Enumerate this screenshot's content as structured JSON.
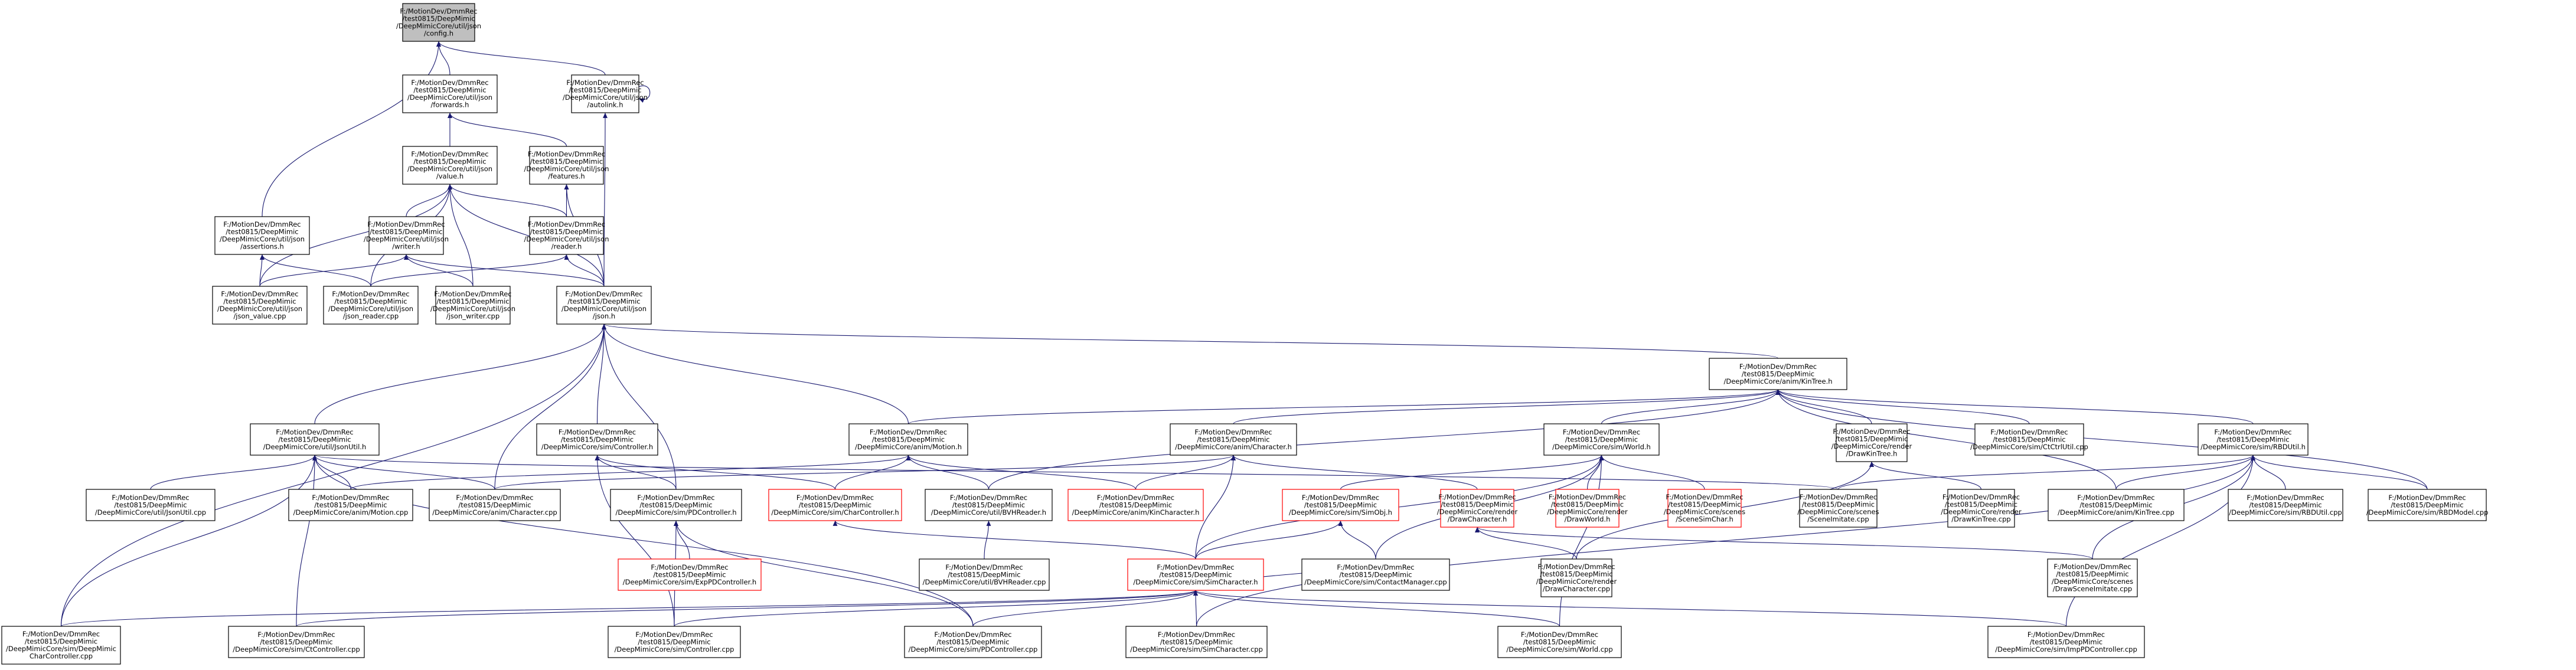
{
  "graph": {
    "colors": {
      "edge": "#191970",
      "node_border": "#000000",
      "node_border_red": "#ff0000",
      "focus_fill": "#bfbfbf"
    },
    "nodes": [
      {
        "id": "config",
        "lines": [
          "F:/MotionDev/DmmRec",
          "/test0815/DeepMimic",
          "/DeepMimicCore/util/json",
          "/config.h"
        ],
        "style": "gray"
      },
      {
        "id": "forwards",
        "lines": [
          "F:/MotionDev/DmmRec",
          "/test0815/DeepMimic",
          "/DeepMimicCore/util/json",
          "/forwards.h"
        ],
        "style": "normal"
      },
      {
        "id": "autolink",
        "lines": [
          "F:/MotionDev/DmmRec",
          "/test0815/DeepMimic",
          "/DeepMimicCore/util/json",
          "/autolink.h"
        ],
        "style": "normal"
      },
      {
        "id": "value",
        "lines": [
          "F:/MotionDev/DmmRec",
          "/test0815/DeepMimic",
          "/DeepMimicCore/util/json",
          "/value.h"
        ],
        "style": "normal"
      },
      {
        "id": "features",
        "lines": [
          "F:/MotionDev/DmmRec",
          "/test0815/DeepMimic",
          "/DeepMimicCore/util/json",
          "/features.h"
        ],
        "style": "normal"
      },
      {
        "id": "assertions",
        "lines": [
          "F:/MotionDev/DmmRec",
          "/test0815/DeepMimic",
          "/DeepMimicCore/util/json",
          "/assertions.h"
        ],
        "style": "normal"
      },
      {
        "id": "writer",
        "lines": [
          "F:/MotionDev/DmmRec",
          "/test0815/DeepMimic",
          "/DeepMimicCore/util/json",
          "/writer.h"
        ],
        "style": "normal"
      },
      {
        "id": "reader",
        "lines": [
          "F:/MotionDev/DmmRec",
          "/test0815/DeepMimic",
          "/DeepMimicCore/util/json",
          "/reader.h"
        ],
        "style": "normal"
      },
      {
        "id": "json_value",
        "lines": [
          "F:/MotionDev/DmmRec",
          "/test0815/DeepMimic",
          "/DeepMimicCore/util/json",
          "/json_value.cpp"
        ],
        "style": "normal"
      },
      {
        "id": "json_reader",
        "lines": [
          "F:/MotionDev/DmmRec",
          "/test0815/DeepMimic",
          "/DeepMimicCore/util/json",
          "/json_reader.cpp"
        ],
        "style": "normal"
      },
      {
        "id": "json_writer",
        "lines": [
          "F:/MotionDev/DmmRec",
          "/test0815/DeepMimic",
          "/DeepMimicCore/util/json",
          "/json_writer.cpp"
        ],
        "style": "normal"
      },
      {
        "id": "json",
        "lines": [
          "F:/MotionDev/DmmRec",
          "/test0815/DeepMimic",
          "/DeepMimicCore/util/json",
          "/json.h"
        ],
        "style": "normal"
      },
      {
        "id": "kintree",
        "lines": [
          "F:/MotionDev/DmmRec",
          "/test0815/DeepMimic",
          "/DeepMimicCore/anim/KinTree.h"
        ],
        "style": "normal"
      },
      {
        "id": "jsonutil",
        "lines": [
          "F:/MotionDev/DmmRec",
          "/test0815/DeepMimic",
          "/DeepMimicCore/util/JsonUtil.h"
        ],
        "style": "normal"
      },
      {
        "id": "controller",
        "lines": [
          "F:/MotionDev/DmmRec",
          "/test0815/DeepMimic",
          "/DeepMimicCore/sim/Controller.h"
        ],
        "style": "normal"
      },
      {
        "id": "motion",
        "lines": [
          "F:/MotionDev/DmmRec",
          "/test0815/DeepMimic",
          "/DeepMimicCore/anim/Motion.h"
        ],
        "style": "normal"
      },
      {
        "id": "character",
        "lines": [
          "F:/MotionDev/DmmRec",
          "/test0815/DeepMimic",
          "/DeepMimicCore/anim/Character.h"
        ],
        "style": "normal"
      },
      {
        "id": "world",
        "lines": [
          "F:/MotionDev/DmmRec",
          "/test0815/DeepMimic",
          "/DeepMimicCore/sim/World.h"
        ],
        "style": "normal"
      },
      {
        "id": "drawkintree_h",
        "lines": [
          "F:/MotionDev/DmmRec",
          "/test0815/DeepMimic",
          "/DeepMimicCore/render",
          "/DrawKinTree.h"
        ],
        "style": "normal"
      },
      {
        "id": "ctctrlutil",
        "lines": [
          "F:/MotionDev/DmmRec",
          "/test0815/DeepMimic",
          "/DeepMimicCore/sim/CtCtrlUtil.cpp"
        ],
        "style": "normal"
      },
      {
        "id": "rbdutil_h",
        "lines": [
          "F:/MotionDev/DmmRec",
          "/test0815/DeepMimic",
          "/DeepMimicCore/sim/RBDUtil.h"
        ],
        "style": "normal"
      },
      {
        "id": "jsonutil_cpp",
        "lines": [
          "F:/MotionDev/DmmRec",
          "/test0815/DeepMimic",
          "/DeepMimicCore/util/JsonUtil.cpp"
        ],
        "style": "normal"
      },
      {
        "id": "motion_cpp",
        "lines": [
          "F:/MotionDev/DmmRec",
          "/test0815/DeepMimic",
          "/DeepMimicCore/anim/Motion.cpp"
        ],
        "style": "normal"
      },
      {
        "id": "character_cpp",
        "lines": [
          "F:/MotionDev/DmmRec",
          "/test0815/DeepMimic",
          "/DeepMimicCore/anim/Character.cpp"
        ],
        "style": "normal"
      },
      {
        "id": "pdcontroller_h",
        "lines": [
          "F:/MotionDev/DmmRec",
          "/test0815/DeepMimic",
          "/DeepMimicCore/sim/PDController.h"
        ],
        "style": "normal"
      },
      {
        "id": "charcontroller_h",
        "lines": [
          "F:/MotionDev/DmmRec",
          "/test0815/DeepMimic",
          "/DeepMimicCore/sim/CharController.h"
        ],
        "style": "red"
      },
      {
        "id": "bvhreader_h",
        "lines": [
          "F:/MotionDev/DmmRec",
          "/test0815/DeepMimic",
          "/DeepMimicCore/util/BVHReader.h"
        ],
        "style": "normal"
      },
      {
        "id": "kincharacter_h",
        "lines": [
          "F:/MotionDev/DmmRec",
          "/test0815/DeepMimic",
          "/DeepMimicCore/anim/KinCharacter.h"
        ],
        "style": "red"
      },
      {
        "id": "simobj_h",
        "lines": [
          "F:/MotionDev/DmmRec",
          "/test0815/DeepMimic",
          "/DeepMimicCore/sim/SimObj.h"
        ],
        "style": "red"
      },
      {
        "id": "drawcharacter_h",
        "lines": [
          "F:/MotionDev/DmmRec",
          "/test0815/DeepMimic",
          "/DeepMimicCore/render",
          "/DrawCharacter.h"
        ],
        "style": "red"
      },
      {
        "id": "drawworld_h",
        "lines": [
          "F:/MotionDev/DmmRec",
          "/test0815/DeepMimic",
          "/DeepMimicCore/render",
          "/DrawWorld.h"
        ],
        "style": "red"
      },
      {
        "id": "scenesimchar_h",
        "lines": [
          "F:/MotionDev/DmmRec",
          "/test0815/DeepMimic",
          "/DeepMimicCore/scenes",
          "/SceneSimChar.h"
        ],
        "style": "red"
      },
      {
        "id": "sceneimitate_cpp",
        "lines": [
          "F:/MotionDev/DmmRec",
          "/test0815/DeepMimic",
          "/DeepMimicCore/scenes",
          "/SceneImitate.cpp"
        ],
        "style": "normal"
      },
      {
        "id": "drawkintree_cpp",
        "lines": [
          "F:/MotionDev/DmmRec",
          "/test0815/DeepMimic",
          "/DeepMimicCore/render",
          "/DrawKinTree.cpp"
        ],
        "style": "normal"
      },
      {
        "id": "kintree_cpp",
        "lines": [
          "F:/MotionDev/DmmRec",
          "/test0815/DeepMimic",
          "/DeepMimicCore/anim/KinTree.cpp"
        ],
        "style": "normal"
      },
      {
        "id": "rbdutil_cpp",
        "lines": [
          "F:/MotionDev/DmmRec",
          "/test0815/DeepMimic",
          "/DeepMimicCore/sim/RBDUtil.cpp"
        ],
        "style": "normal"
      },
      {
        "id": "rbdmodel_cpp",
        "lines": [
          "F:/MotionDev/DmmRec",
          "/test0815/DeepMimic",
          "/DeepMimicCore/sim/RBDModel.cpp"
        ],
        "style": "normal"
      },
      {
        "id": "exppdcontroller_h",
        "lines": [
          "F:/MotionDev/DmmRec",
          "/test0815/DeepMimic",
          "/DeepMimicCore/sim/ExpPDController.h"
        ],
        "style": "red"
      },
      {
        "id": "bvhreader_cpp",
        "lines": [
          "F:/MotionDev/DmmRec",
          "/test0815/DeepMimic",
          "/DeepMimicCore/util/BVHReader.cpp"
        ],
        "style": "normal"
      },
      {
        "id": "simcharacter_h",
        "lines": [
          "F:/MotionDev/DmmRec",
          "/test0815/DeepMimic",
          "/DeepMimicCore/sim/SimCharacter.h"
        ],
        "style": "red"
      },
      {
        "id": "contactmanager_cpp",
        "lines": [
          "F:/MotionDev/DmmRec",
          "/test0815/DeepMimic",
          "/DeepMimicCore/sim/ContactManager.cpp"
        ],
        "style": "normal"
      },
      {
        "id": "drawcharacter_cpp",
        "lines": [
          "F:/MotionDev/DmmRec",
          "/test0815/DeepMimic",
          "/DeepMimicCore/render",
          "/DrawCharacter.cpp"
        ],
        "style": "normal"
      },
      {
        "id": "drawsceneimitate_cpp",
        "lines": [
          "F:/MotionDev/DmmRec",
          "/test0815/DeepMimic",
          "/DeepMimicCore/scenes",
          "/DrawSceneImitate.cpp"
        ],
        "style": "normal"
      },
      {
        "id": "deepmimiccharcontroller_cpp",
        "lines": [
          "F:/MotionDev/DmmRec",
          "/test0815/DeepMimic",
          "/DeepMimicCore/sim/DeepMimic",
          "CharController.cpp"
        ],
        "style": "normal"
      },
      {
        "id": "ctcontroller_cpp",
        "lines": [
          "F:/MotionDev/DmmRec",
          "/test0815/DeepMimic",
          "/DeepMimicCore/sim/CtController.cpp"
        ],
        "style": "normal"
      },
      {
        "id": "controller_cpp",
        "lines": [
          "F:/MotionDev/DmmRec",
          "/test0815/DeepMimic",
          "/DeepMimicCore/sim/Controller.cpp"
        ],
        "style": "normal"
      },
      {
        "id": "pdcontroller_cpp",
        "lines": [
          "F:/MotionDev/DmmRec",
          "/test0815/DeepMimic",
          "/DeepMimicCore/sim/PDController.cpp"
        ],
        "style": "normal"
      },
      {
        "id": "simcharacter_cpp",
        "lines": [
          "F:/MotionDev/DmmRec",
          "/test0815/DeepMimic",
          "/DeepMimicCore/sim/SimCharacter.cpp"
        ],
        "style": "normal"
      },
      {
        "id": "world_cpp",
        "lines": [
          "F:/MotionDev/DmmRec",
          "/test0815/DeepMimic",
          "/DeepMimicCore/sim/World.cpp"
        ],
        "style": "normal"
      },
      {
        "id": "imppdcontroller_cpp",
        "lines": [
          "F:/MotionDev/DmmRec",
          "/test0815/DeepMimic",
          "/DeepMimicCore/sim/ImpPDController.cpp"
        ],
        "style": "normal"
      }
    ],
    "edges": [
      [
        "forwards",
        "config"
      ],
      [
        "autolink",
        "config"
      ],
      [
        "assertions",
        "config"
      ],
      [
        "autolink",
        "autolink"
      ],
      [
        "value",
        "forwards"
      ],
      [
        "features",
        "forwards"
      ],
      [
        "json",
        "autolink"
      ],
      [
        "writer",
        "value"
      ],
      [
        "reader",
        "value"
      ],
      [
        "json_value",
        "value"
      ],
      [
        "json_reader",
        "value"
      ],
      [
        "json_writer",
        "value"
      ],
      [
        "json",
        "value"
      ],
      [
        "reader",
        "features"
      ],
      [
        "json",
        "features"
      ],
      [
        "json_value",
        "assertions"
      ],
      [
        "json_reader",
        "assertions"
      ],
      [
        "json_writer",
        "writer"
      ],
      [
        "json",
        "writer"
      ],
      [
        "json_value",
        "writer"
      ],
      [
        "json",
        "reader"
      ],
      [
        "json_reader",
        "reader"
      ],
      [
        "kintree",
        "json"
      ],
      [
        "jsonutil",
        "json"
      ],
      [
        "controller",
        "json"
      ],
      [
        "motion",
        "json"
      ],
      [
        "character_cpp",
        "json"
      ],
      [
        "pdcontroller_h",
        "json"
      ],
      [
        "deepmimiccharcontroller_cpp",
        "json"
      ],
      [
        "motion",
        "kintree"
      ],
      [
        "character",
        "kintree"
      ],
      [
        "world",
        "kintree"
      ],
      [
        "drawkintree_h",
        "kintree"
      ],
      [
        "ctctrlutil",
        "kintree"
      ],
      [
        "rbdutil_h",
        "kintree"
      ],
      [
        "bvhreader_h",
        "kintree"
      ],
      [
        "kintree_cpp",
        "kintree"
      ],
      [
        "rbdmodel_cpp",
        "kintree"
      ],
      [
        "jsonutil_cpp",
        "jsonutil"
      ],
      [
        "motion_cpp",
        "jsonutil"
      ],
      [
        "character_cpp",
        "jsonutil"
      ],
      [
        "deepmimiccharcontroller_cpp",
        "jsonutil"
      ],
      [
        "ctcontroller_cpp",
        "jsonutil"
      ],
      [
        "pdcontroller_cpp",
        "jsonutil"
      ],
      [
        "sceneimitate_cpp",
        "jsonutil"
      ],
      [
        "pdcontroller_h",
        "controller"
      ],
      [
        "charcontroller_h",
        "controller"
      ],
      [
        "controller_cpp",
        "controller"
      ],
      [
        "motion_cpp",
        "motion"
      ],
      [
        "charcontroller_h",
        "motion"
      ],
      [
        "bvhreader_h",
        "motion"
      ],
      [
        "kincharacter_h",
        "motion"
      ],
      [
        "character_cpp",
        "character"
      ],
      [
        "kincharacter_h",
        "character"
      ],
      [
        "simcharacter_h",
        "character"
      ],
      [
        "drawcharacter_h",
        "character"
      ],
      [
        "simobj_h",
        "world"
      ],
      [
        "drawworld_h",
        "world"
      ],
      [
        "scenesimchar_h",
        "world"
      ],
      [
        "simcharacter_h",
        "world"
      ],
      [
        "contactmanager_cpp",
        "world"
      ],
      [
        "world_cpp",
        "world"
      ],
      [
        "drawkintree_cpp",
        "drawkintree_h"
      ],
      [
        "drawcharacter_cpp",
        "drawkintree_h"
      ],
      [
        "rbdutil_cpp",
        "rbdutil_h"
      ],
      [
        "rbdmodel_cpp",
        "rbdutil_h"
      ],
      [
        "kintree_cpp",
        "rbdutil_h"
      ],
      [
        "sceneimitate_cpp",
        "rbdutil_h"
      ],
      [
        "drawsceneimitate_cpp",
        "rbdutil_h"
      ],
      [
        "simcharacter_cpp",
        "rbdutil_h"
      ],
      [
        "imppdcontroller_cpp",
        "rbdutil_h"
      ],
      [
        "exppdcontroller_h",
        "pdcontroller_h"
      ],
      [
        "pdcontroller_cpp",
        "pdcontroller_h"
      ],
      [
        "controller_cpp",
        "pdcontroller_h"
      ],
      [
        "simcharacter_h",
        "charcontroller_h"
      ],
      [
        "bvhreader_cpp",
        "bvhreader_h"
      ],
      [
        "simcharacter_h",
        "simobj_h"
      ],
      [
        "contactmanager_cpp",
        "simobj_h"
      ],
      [
        "drawcharacter_cpp",
        "drawcharacter_h"
      ],
      [
        "drawsceneimitate_cpp",
        "drawcharacter_h"
      ],
      [
        "deepmimiccharcontroller_cpp",
        "simcharacter_h"
      ],
      [
        "ctcontroller_cpp",
        "simcharacter_h"
      ],
      [
        "controller_cpp",
        "simcharacter_h"
      ],
      [
        "pdcontroller_cpp",
        "simcharacter_h"
      ],
      [
        "simcharacter_cpp",
        "simcharacter_h"
      ],
      [
        "world_cpp",
        "simcharacter_h"
      ],
      [
        "imppdcontroller_cpp",
        "simcharacter_h"
      ],
      [
        "contactmanager_cpp",
        "simcharacter_h"
      ]
    ]
  }
}
